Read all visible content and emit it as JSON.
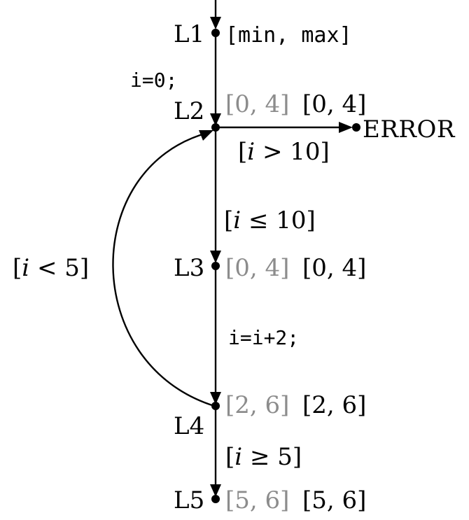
{
  "nodes": {
    "l1": {
      "label": "L1",
      "interval": "[min, max]"
    },
    "l2": {
      "label": "L2",
      "interval_gray": "[0, 4]",
      "interval_black": "[0, 4]"
    },
    "l3": {
      "label": "L3",
      "interval_gray": "[0, 4]",
      "interval_black": "[0, 4]"
    },
    "l4": {
      "label": "L4",
      "interval_gray": "[2, 6]",
      "interval_black": "[2, 6]"
    },
    "l5": {
      "label": "L5",
      "interval_gray": "[5, 6]",
      "interval_black": "[5, 6]"
    },
    "error": {
      "label": "ERROR"
    }
  },
  "edges": {
    "l1_to_l2": {
      "statement": "i=0;"
    },
    "l2_to_error": {
      "guard_open": "[",
      "guard_var": "i",
      "guard_rest": " > 10]"
    },
    "l2_to_l3": {
      "guard_open": "[",
      "guard_var": "i",
      "guard_rest": " ≤ 10]"
    },
    "l3_to_l4": {
      "statement": "i=i+2;"
    },
    "l4_to_l2": {
      "guard_open": "[",
      "guard_var": "i",
      "guard_rest": " < 5]"
    },
    "l4_to_l5": {
      "guard_open": "[",
      "guard_var": "i",
      "guard_rest": " ≥ 5]"
    }
  },
  "colors": {
    "gray_interval": "#8c8c8c",
    "black": "#000000"
  }
}
